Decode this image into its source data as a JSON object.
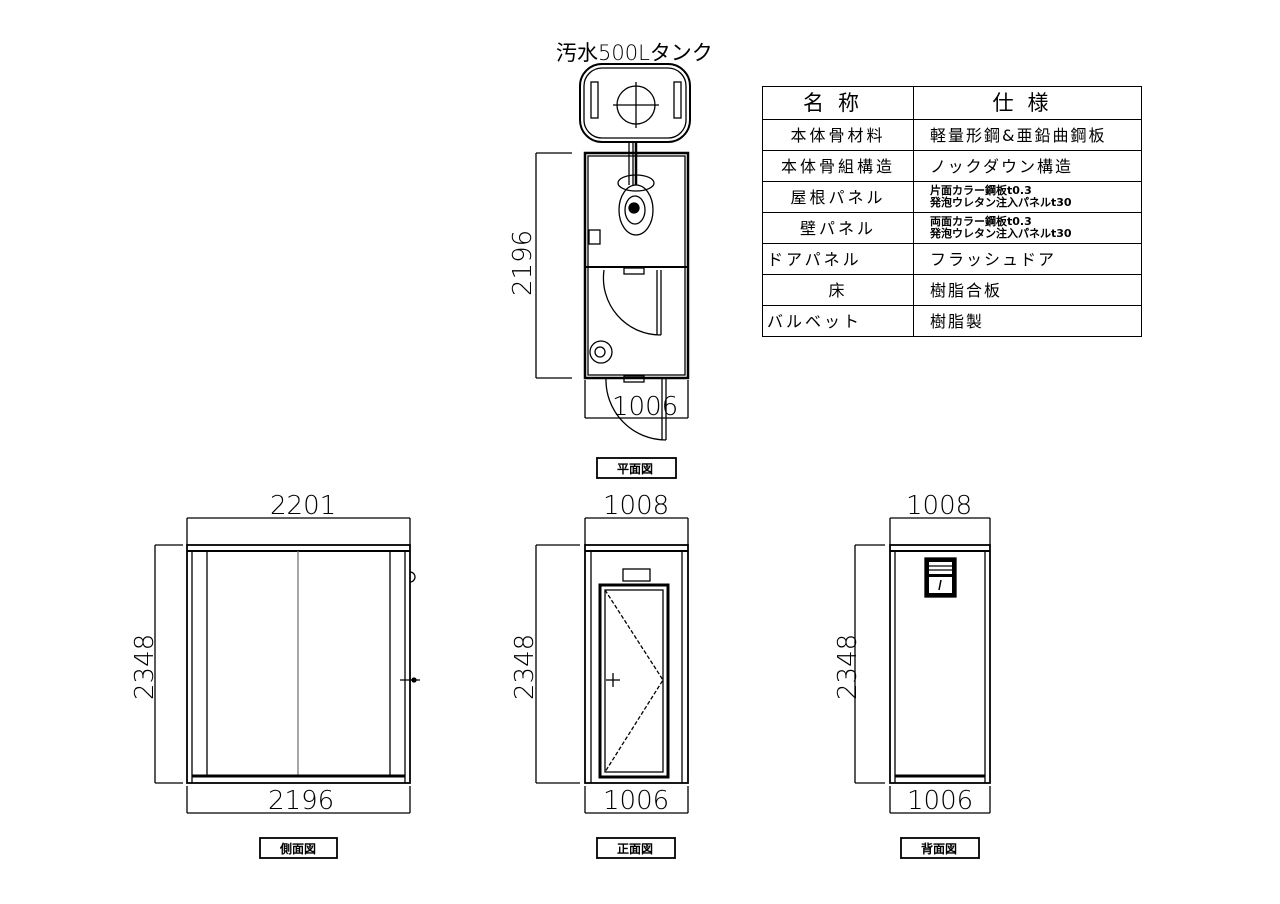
{
  "plan_view": {
    "tank_label": "汚水500Lタンク",
    "depth_dim": "2196",
    "width_dim": "1006",
    "caption": "平面図"
  },
  "side_view": {
    "top_dim": "2201",
    "bottom_dim": "2196",
    "height_dim": "2348",
    "caption": "側面図"
  },
  "front_view": {
    "top_dim": "1008",
    "bottom_dim": "1006",
    "height_dim": "2348",
    "caption": "正面図"
  },
  "back_view": {
    "top_dim": "1008",
    "bottom_dim": "1006",
    "height_dim": "2348",
    "caption": "背面図"
  },
  "spec_table": {
    "headers": [
      "名称",
      "仕様"
    ],
    "rows": [
      {
        "name": "本体骨材料",
        "spec": "軽量形鋼&亜鉛曲鋼板"
      },
      {
        "name": "本体骨組構造",
        "spec": "ノックダウン構造"
      },
      {
        "name": "屋根パネル",
        "spec": "片面カラー鋼板t0.3",
        "spec2": "発泡ウレタン注入パネルt30"
      },
      {
        "name": "壁パネル",
        "spec": "両面カラー鋼板t0.3",
        "spec2": "発泡ウレタン注入パネルt30"
      },
      {
        "name": "ドアパネル",
        "spec": "フラッシュドア"
      },
      {
        "name": "床",
        "spec": "樹脂合板"
      },
      {
        "name": "バルベット",
        "spec": "樹脂製"
      }
    ]
  }
}
